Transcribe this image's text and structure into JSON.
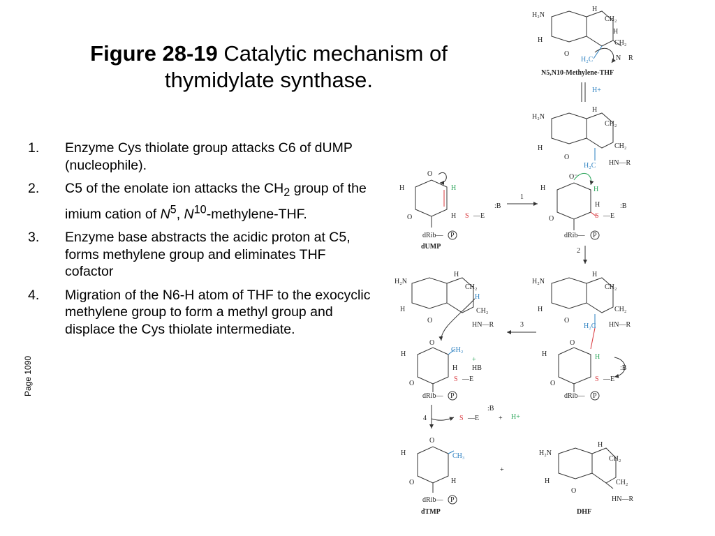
{
  "title": {
    "figure_label": "Figure 28-19",
    "caption_line1": "Catalytic mechanism of",
    "caption_line2": "thymidylate synthase."
  },
  "page_label": "Page 1090",
  "steps": {
    "s1": {
      "num": "1.",
      "text": "Enzyme Cys thiolate group attacks C6 of dUMP (nucleophile)."
    },
    "s2": {
      "num": "2.",
      "pre": "C5 of the enolate ion attacks the CH",
      "sub2": "2",
      "mid": " group of the imium cation of ",
      "n5": "N",
      "sup5": "5",
      "comma": ", ",
      "n10": "N",
      "sup10": "10",
      "post": "-methylene-THF."
    },
    "s3": {
      "num": "3.",
      "text": "Enzyme base abstracts the acidic proton at C5, forms methylene group and eliminates THF cofactor"
    },
    "s4": {
      "num": "4.",
      "text": "Migration of the N6-H atom of THF to the exocyclic methylene group to form a methyl group and displace the Cys thiolate intermediate."
    }
  },
  "scheme": {
    "colors": {
      "blue": "#2a7fc0",
      "green": "#2ba55a",
      "red": "#d8343a"
    },
    "labels": {
      "methylene_thf": "N5,N10-Methylene-THF",
      "dump": "dUMP",
      "dtmp": "dTMP",
      "dhf": "DHF",
      "proton": "H+",
      "plus": "+",
      "step1": "1",
      "step2": "2",
      "step3": "3",
      "step4": "4"
    }
  }
}
